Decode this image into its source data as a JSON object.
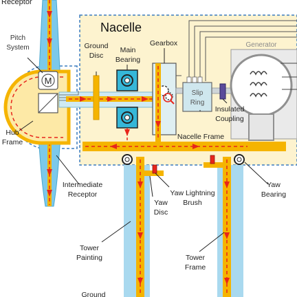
{
  "labels": {
    "receptor_top": "Receptor",
    "pitch_system_1": "Pitch",
    "pitch_system_2": "System",
    "nacelle": "Nacelle",
    "ground_disc_1": "Ground",
    "ground_disc_2": "Disc",
    "main_bearing_1": "Main",
    "main_bearing_2": "Bearing",
    "gearbox": "Gearbox",
    "generator": "Generator",
    "slip_ring_1": "Slip",
    "slip_ring_2": "Ring",
    "insulated_coupling_1": "Insulated",
    "insulated_coupling_2": "Coupling",
    "hub_frame_1": "Hub",
    "hub_frame_2": "Frame",
    "nacelle_frame": "Nacelle Frame",
    "intermediate_receptor_1": "Intermediate",
    "intermediate_receptor_2": "Receptor",
    "yaw_lightning_brush_1": "Yaw Lightning",
    "yaw_lightning_brush_2": "Brush",
    "yaw_disc_1": "Yaw",
    "yaw_disc_2": "Disc",
    "yaw_bearing_1": "Yaw",
    "yaw_bearing_2": "Bearing",
    "tower_painting_1": "Tower",
    "tower_painting_2": "Painting",
    "tower_frame_1": "Tower",
    "tower_frame_2": "Frame",
    "ground_bottom": "Ground",
    "motor_symbol": "M"
  },
  "colors": {
    "current_path": "#e8251b",
    "frame": "#f5b400",
    "blade": "#7cc9ea",
    "nacelle_fill": "#fdf3cf",
    "hub_fill": "#fde9a6",
    "tower_paint": "#a9d9ef",
    "bearing": "#36b7d8",
    "dashed_outline": "#3a7bbf",
    "generator_gray": "#909090"
  }
}
